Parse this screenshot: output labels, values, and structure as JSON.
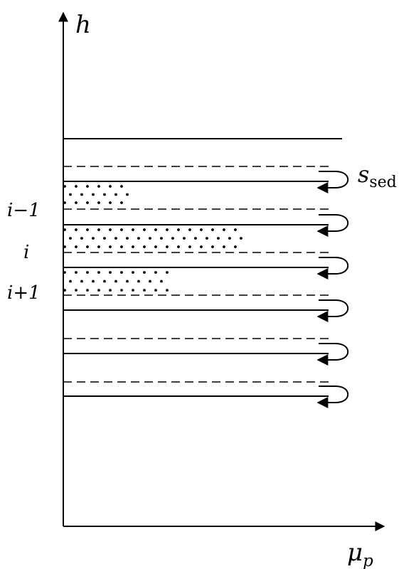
{
  "labels": {
    "y_axis": "h",
    "x_axis_base": "μ",
    "x_axis_sub": "p",
    "s_base": "s",
    "s_sub": "sed",
    "layer_prev": "i−1",
    "layer_curr": "i",
    "layer_next": "i+1"
  },
  "layers": {
    "prev_fill": 0.35,
    "curr_fill": 1.0,
    "next_fill": 0.57
  },
  "colors": {
    "ink": "#000000",
    "background": "#ffffff"
  }
}
